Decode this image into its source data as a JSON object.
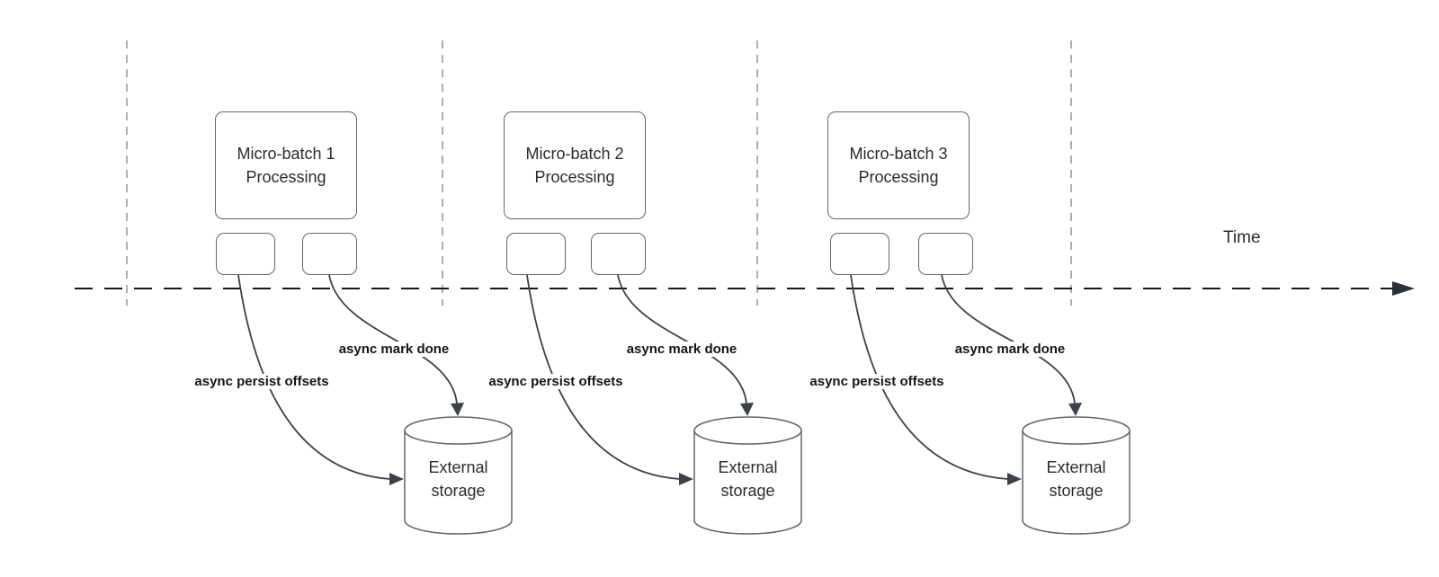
{
  "diagram": {
    "time_axis_label": "Time",
    "groups": [
      {
        "title_line1": "Micro-batch 1",
        "title_line2": "Processing",
        "persist_label": "async persist offsets",
        "done_label": "async mark done",
        "storage_line1": "External",
        "storage_line2": "storage"
      },
      {
        "title_line1": "Micro-batch 2",
        "title_line2": "Processing",
        "persist_label": "async persist offsets",
        "done_label": "async mark done",
        "storage_line1": "External",
        "storage_line2": "storage"
      },
      {
        "title_line1": "Micro-batch 3",
        "title_line2": "Processing",
        "persist_label": "async persist offsets",
        "done_label": "async mark done",
        "storage_line1": "External",
        "storage_line2": "storage"
      }
    ],
    "colors": {
      "line": "#3b4249",
      "timeline": "#16181b",
      "guide": "#aaafb5",
      "border": "#5f666e",
      "text": "#272c33",
      "label_text": "#121519"
    }
  }
}
